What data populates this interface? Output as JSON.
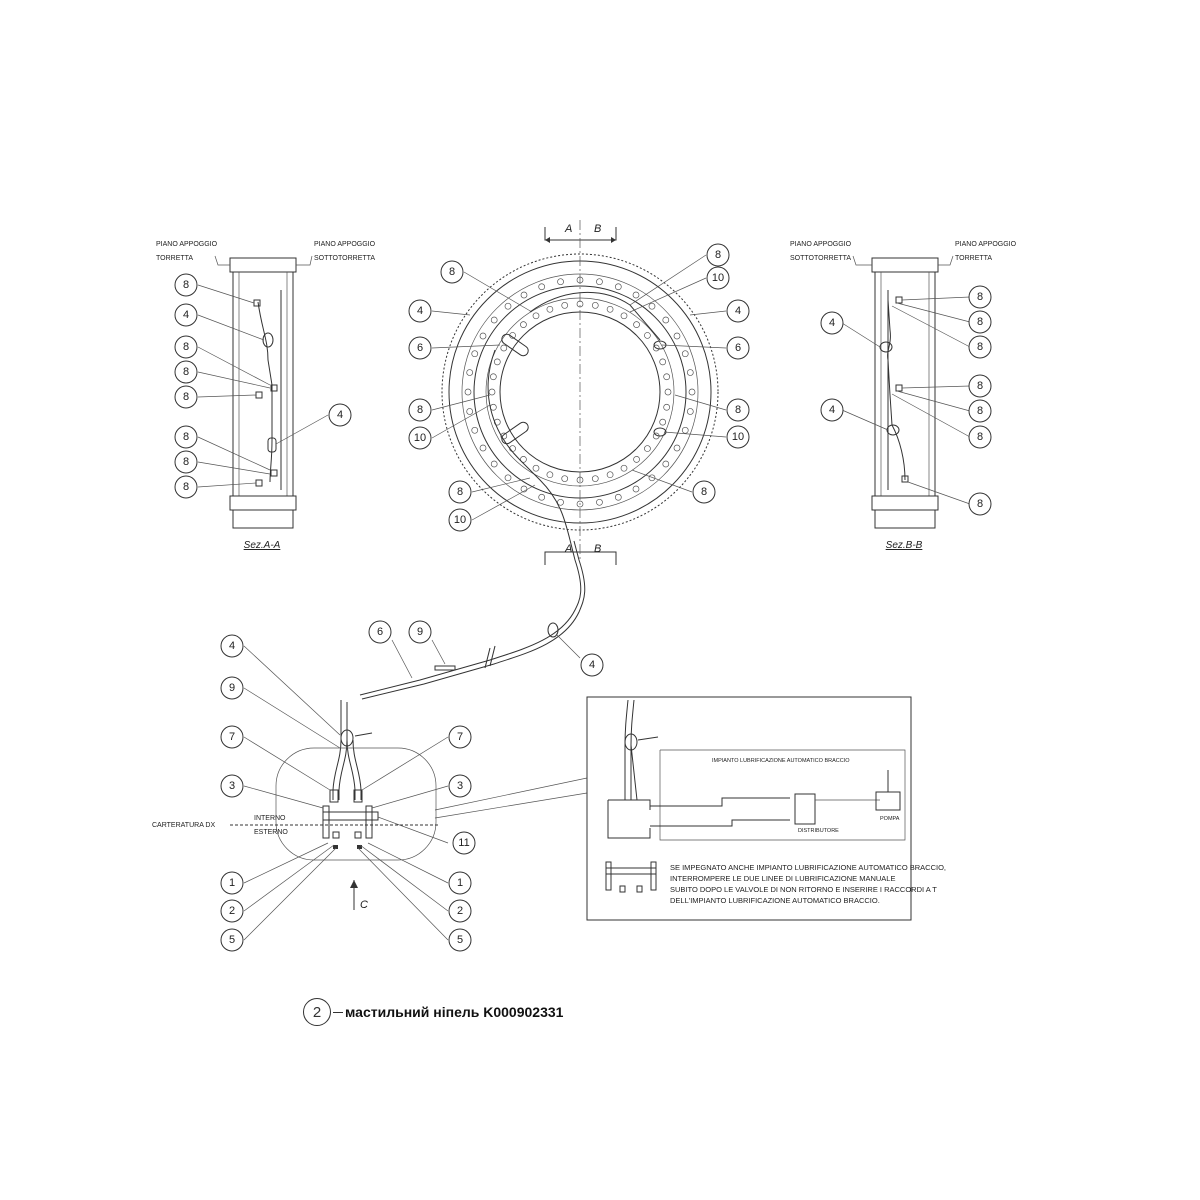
{
  "labels": {
    "piano_torretta_1": "PIANO APPOGGIO",
    "piano_torretta_2": "TORRETTA",
    "piano_sotto_1": "PIANO APPOGGIO",
    "piano_sotto_2": "SOTTOTORRETTA",
    "section_a": "Sez.A-A",
    "section_b": "Sez.B-B",
    "cut_a": "A",
    "cut_b": "B",
    "cut_c": "C",
    "interno": "INTERNO",
    "esterno": "ESTERNO",
    "carteratura": "CARTERATURA DX",
    "impianto_title": "IMPIANTO LUBRIFICAZIONE AUTOMATICO BRACCIO",
    "pump_label": "POMPA",
    "distributor_label": "DISTRIBUTORE"
  },
  "note_lines": [
    "SE IMPEGNATO ANCHE IMPIANTO LUBRIFICAZIONE AUTOMATICO BRACCIO,",
    "INTERROMPERE LE DUE LINEE DI LUBRIFICAZIONE MANUALE",
    "SUBITO DOPO LE VALVOLE DI NON RITORNO E INSERIRE I RACCORDI A T",
    "DELL'IMPIANTO LUBRIFICAZIONE AUTOMATICO BRACCIO."
  ],
  "balloons": {
    "secA": [
      "8",
      "4",
      "8",
      "8",
      "8",
      "4",
      "8",
      "8",
      "8"
    ],
    "ring_left": [
      "8",
      "4",
      "6",
      "8",
      "10",
      "8",
      "10"
    ],
    "ring_right": [
      "8",
      "10",
      "4",
      "6",
      "8",
      "10",
      "8"
    ],
    "secB": [
      "8",
      "8",
      "8",
      "8",
      "8",
      "8",
      "8"
    ],
    "secB_left": [
      "4",
      "4"
    ],
    "pipe": [
      "6",
      "9",
      "4"
    ],
    "bottom_left": [
      "4",
      "9",
      "7",
      "3",
      "1",
      "2",
      "5"
    ],
    "bottom_right": [
      "7",
      "3",
      "11",
      "1",
      "2",
      "5"
    ]
  },
  "caption": {
    "number": "2",
    "text": "мастильний нiпель K000902331"
  }
}
